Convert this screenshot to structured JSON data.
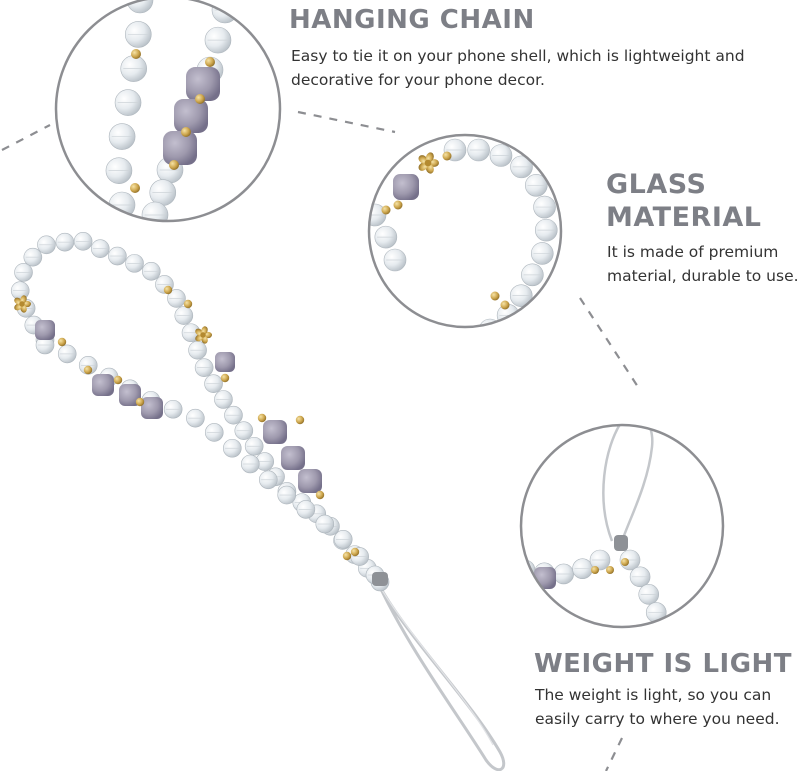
{
  "features": [
    {
      "title": "HANGING CHAIN",
      "description": "Easy to tie it on your phone shell, which is lightweight and decorative for your phone decor."
    },
    {
      "title": "GLASS MATERIAL",
      "description": "It is made of premium material, durable to use."
    },
    {
      "title": "WEIGHT IS LIGHT",
      "description": "The weight is light, so you can easily carry to where you need."
    }
  ],
  "colors": {
    "heading": "#7d7f86",
    "body_text": "#333333",
    "circle_border": "#8d8e92",
    "crystal_bead": "#e9edf0",
    "lavender_bead": "#9f9bad",
    "gold_bead": "#c9a24a",
    "cord": "#c4c7cb"
  },
  "images": [
    {
      "name": "hanging-chain-closeup",
      "depicts": "crystal and lavender bead strand"
    },
    {
      "name": "glass-material-closeup",
      "depicts": "gold flower charm with crystal beads"
    },
    {
      "name": "weight-light-closeup",
      "depicts": "cord loop with knot"
    },
    {
      "name": "phone-strap-product",
      "depicts": "beaded phone strap with cord loop"
    }
  ]
}
